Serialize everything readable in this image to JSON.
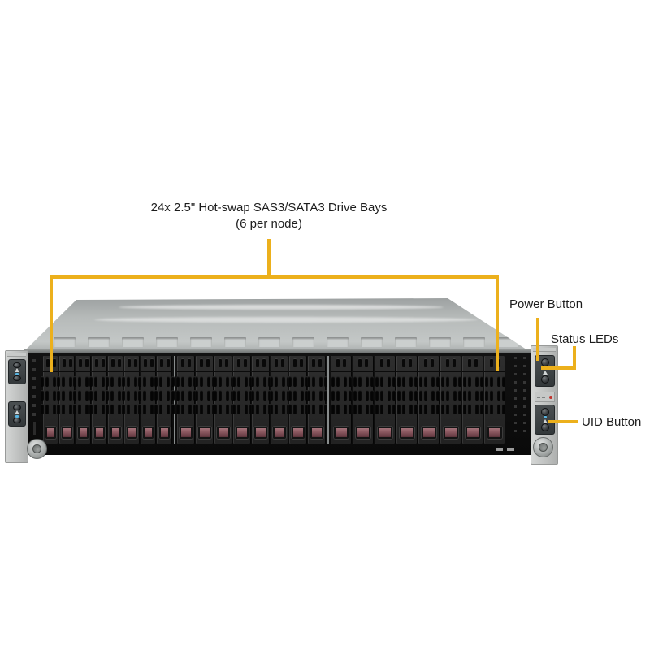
{
  "figure": {
    "type": "server-front-view-annotated-diagram",
    "background_color": "#ffffff",
    "callout_color": "#ECB01C"
  },
  "annotations": {
    "drive_bays": {
      "line1": "24x 2.5\" Hot-swap SAS3/SATA3 Drive Bays",
      "line2": "(6 per node)"
    },
    "power_button": {
      "label": "Power Button"
    },
    "status_leds": {
      "label": "Status LEDs"
    },
    "uid_button": {
      "label": "UID Button"
    }
  },
  "chassis": {
    "drive_bays_total": 24,
    "bays_per_node": 6,
    "form_factor": "2U",
    "colors": {
      "lid": "#b6bab9",
      "front_panel": "#0d0d0d",
      "drive_tray": "#262626",
      "tray_latch": "#8a575f",
      "rack_ear": "#c9cbca",
      "status_led": "#58b6e4",
      "id_dot": "#c2342e"
    }
  }
}
